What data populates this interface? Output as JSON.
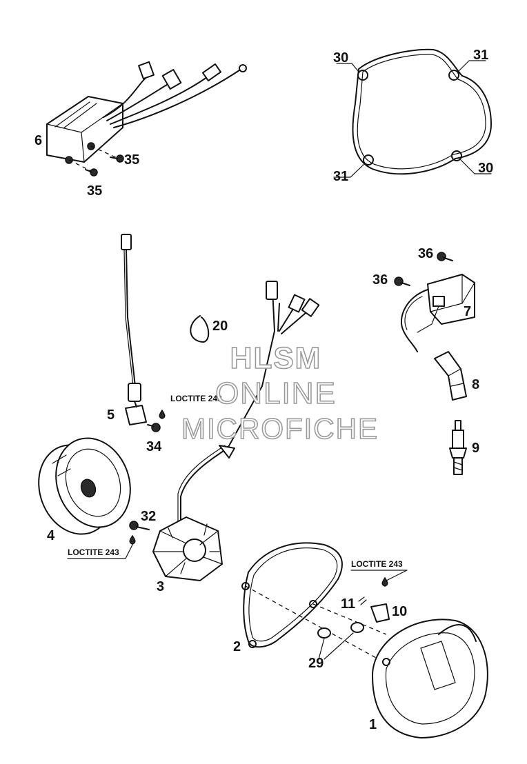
{
  "callouts": {
    "p1": "1",
    "p2": "2",
    "p3": "3",
    "p4": "4",
    "p5": "5",
    "p6": "6",
    "p7": "7",
    "p8": "8",
    "p9": "9",
    "p10": "10",
    "p11": "11",
    "p20": "20",
    "p29": "29",
    "p30a": "30",
    "p30b": "30",
    "p31a": "31",
    "p31b": "31",
    "p32": "32",
    "p34": "34",
    "p35a": "35",
    "p35b": "35",
    "p36a": "36",
    "p36b": "36"
  },
  "notes": {
    "loctite_a": "LOCTITE 243",
    "loctite_b": "LOCTITE 243",
    "loctite_c": "LOCTITE 243"
  },
  "watermark": {
    "line1": "HLSM",
    "line2": "ONLINE",
    "line3": "MICROFICHE"
  }
}
